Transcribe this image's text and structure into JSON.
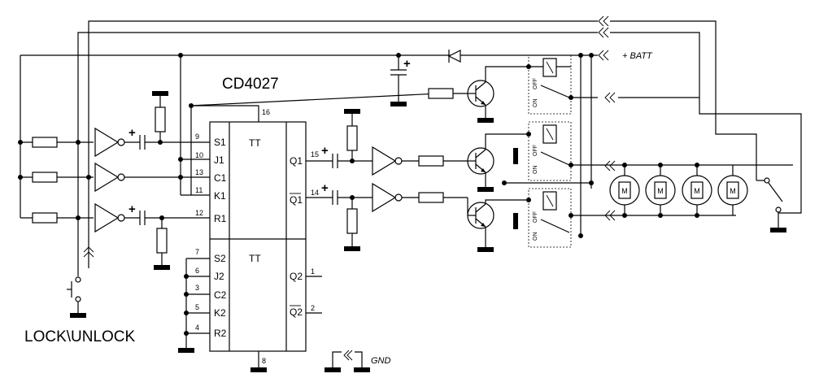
{
  "chip": {
    "name": "CD4027",
    "top_label": "TT",
    "bottom_label": "TT",
    "vdd_pin": "16",
    "vss_pin": "8",
    "left_top": [
      {
        "pin": "9",
        "name": "S1"
      },
      {
        "pin": "10",
        "name": "J1"
      },
      {
        "pin": "13",
        "name": "C1"
      },
      {
        "pin": "11",
        "name": "K1"
      },
      {
        "pin": "12",
        "name": "R1"
      }
    ],
    "left_bottom": [
      {
        "pin": "7",
        "name": "S2"
      },
      {
        "pin": "6",
        "name": "J2"
      },
      {
        "pin": "3",
        "name": "C2"
      },
      {
        "pin": "5",
        "name": "K2"
      },
      {
        "pin": "4",
        "name": "R2"
      }
    ],
    "right": [
      {
        "pin": "15",
        "name": "Q1"
      },
      {
        "pin": "14",
        "name": "Q1"
      },
      {
        "pin": "1",
        "name": "Q2"
      },
      {
        "pin": "2",
        "name": "Q2"
      }
    ]
  },
  "labels": {
    "batt": "+ BATT",
    "gnd": "GND",
    "lock": "LOCK\\UNLOCK",
    "plus": "+",
    "motor": "M",
    "relay_off": "OFF",
    "relay_on": "ON"
  }
}
